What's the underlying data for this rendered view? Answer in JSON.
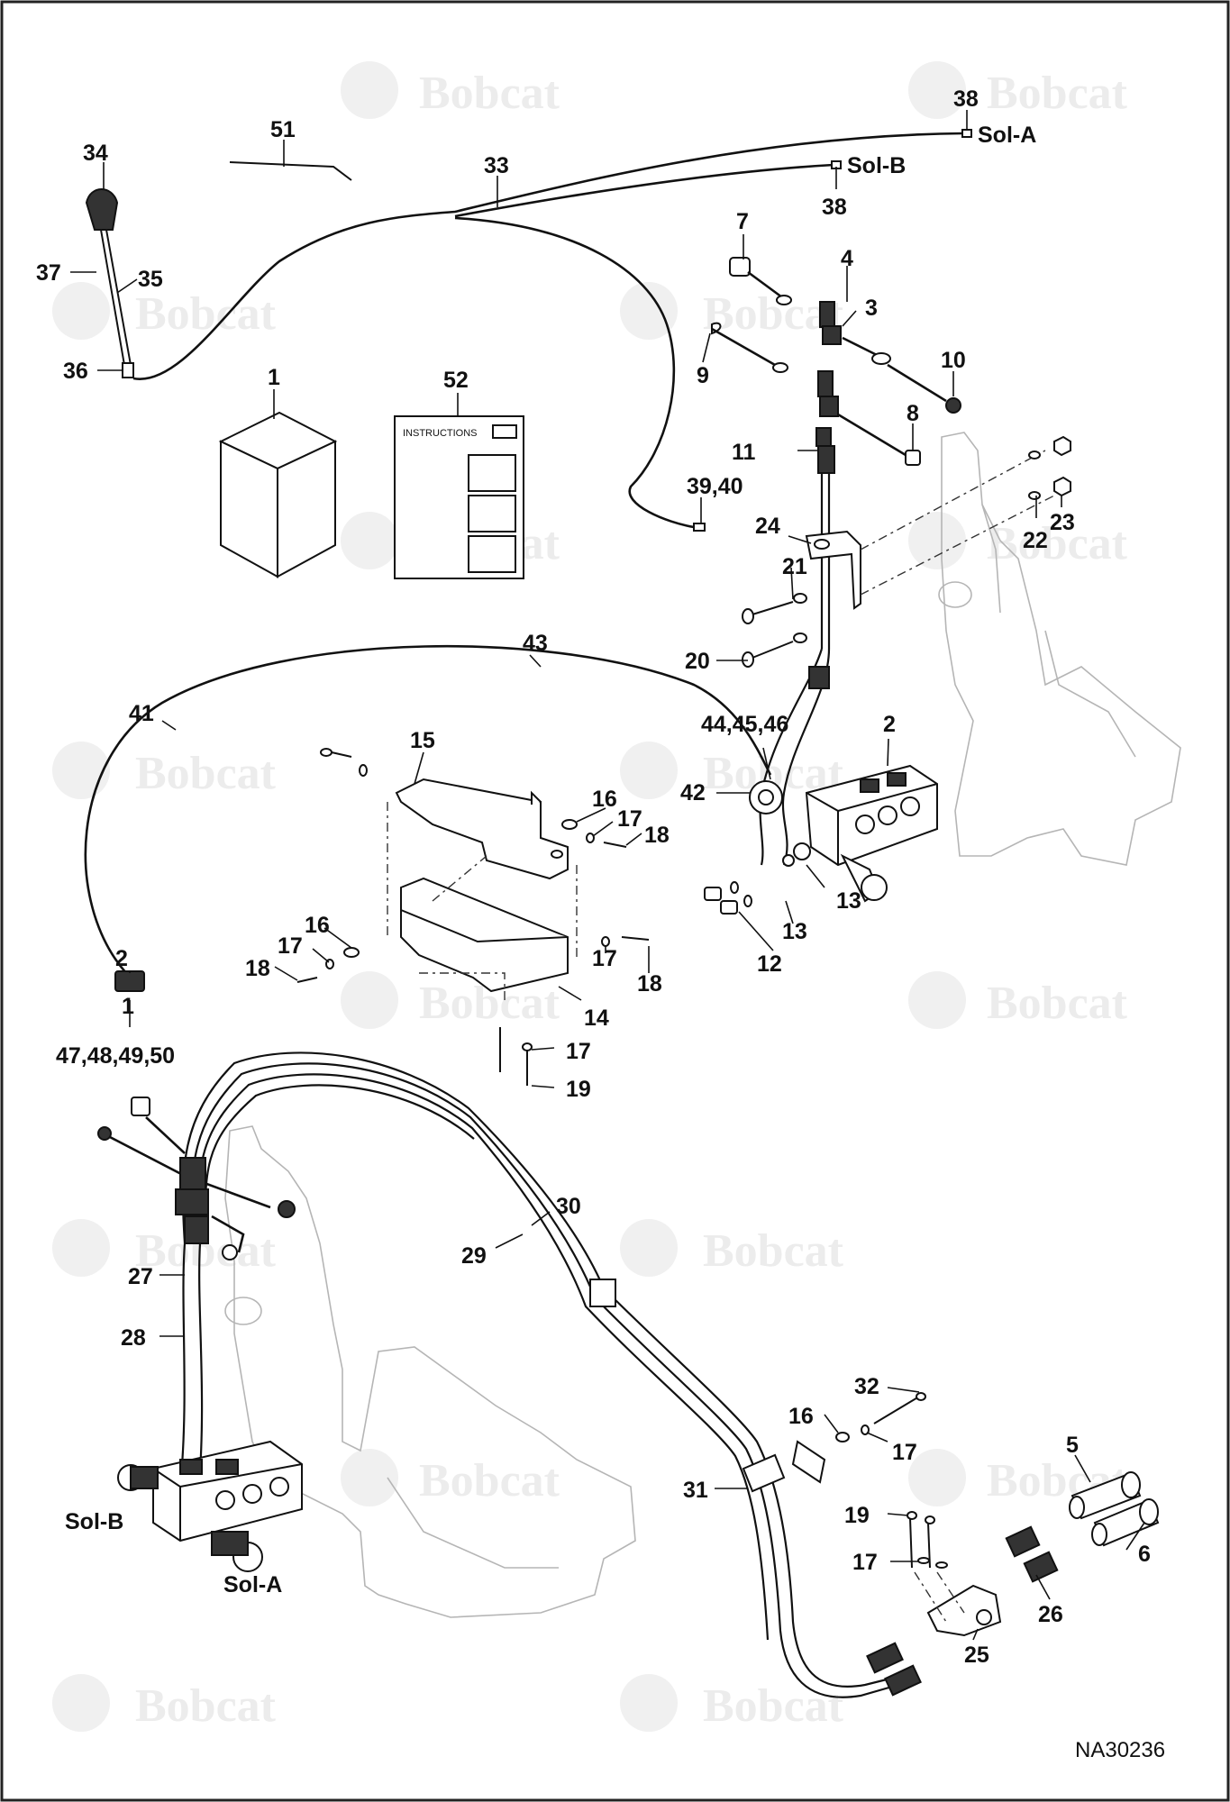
{
  "drawing_number": "NA30236",
  "watermark": "Bobcat",
  "instructions_label": "INSTRUCTIONS",
  "solenoid_labels": {
    "top_a": "Sol-A",
    "top_b": "Sol-B",
    "bottom_a": "Sol-A",
    "bottom_b": "Sol-B"
  },
  "callouts": {
    "c51": "51",
    "c34": "34",
    "c33": "33",
    "c38a": "38",
    "c38b": "38",
    "c37": "37",
    "c35": "35",
    "c36": "36",
    "c1": "1",
    "c52": "52",
    "c7": "7",
    "c4": "4",
    "c3": "3",
    "c9": "9",
    "c10": "10",
    "c8": "8",
    "c11": "11",
    "c39_40": "39,40",
    "c24": "24",
    "c22": "22",
    "c23": "23",
    "c21": "21",
    "c20": "20",
    "c43": "43",
    "c41": "41",
    "c44_45_46": "44,45,46",
    "c2a": "2",
    "c42": "42",
    "c15": "15",
    "c16a": "16",
    "c17a": "17",
    "c18a": "18",
    "c13a": "13",
    "c13b": "13",
    "c12": "12",
    "c16b": "16",
    "c17b": "17",
    "c18b": "18",
    "c17c": "17",
    "c18c": "18",
    "c2b": "2",
    "c1b": "1",
    "c47_50": "47,48,49,50",
    "c14": "14",
    "c17d": "17",
    "c19a": "19",
    "c30": "30",
    "c29": "29",
    "c27": "27",
    "c28": "28",
    "c32": "32",
    "c16c": "16",
    "c17e": "17",
    "c5": "5",
    "c31": "31",
    "c19b": "19",
    "c17f": "17",
    "c6": "6",
    "c26": "26",
    "c25": "25"
  }
}
